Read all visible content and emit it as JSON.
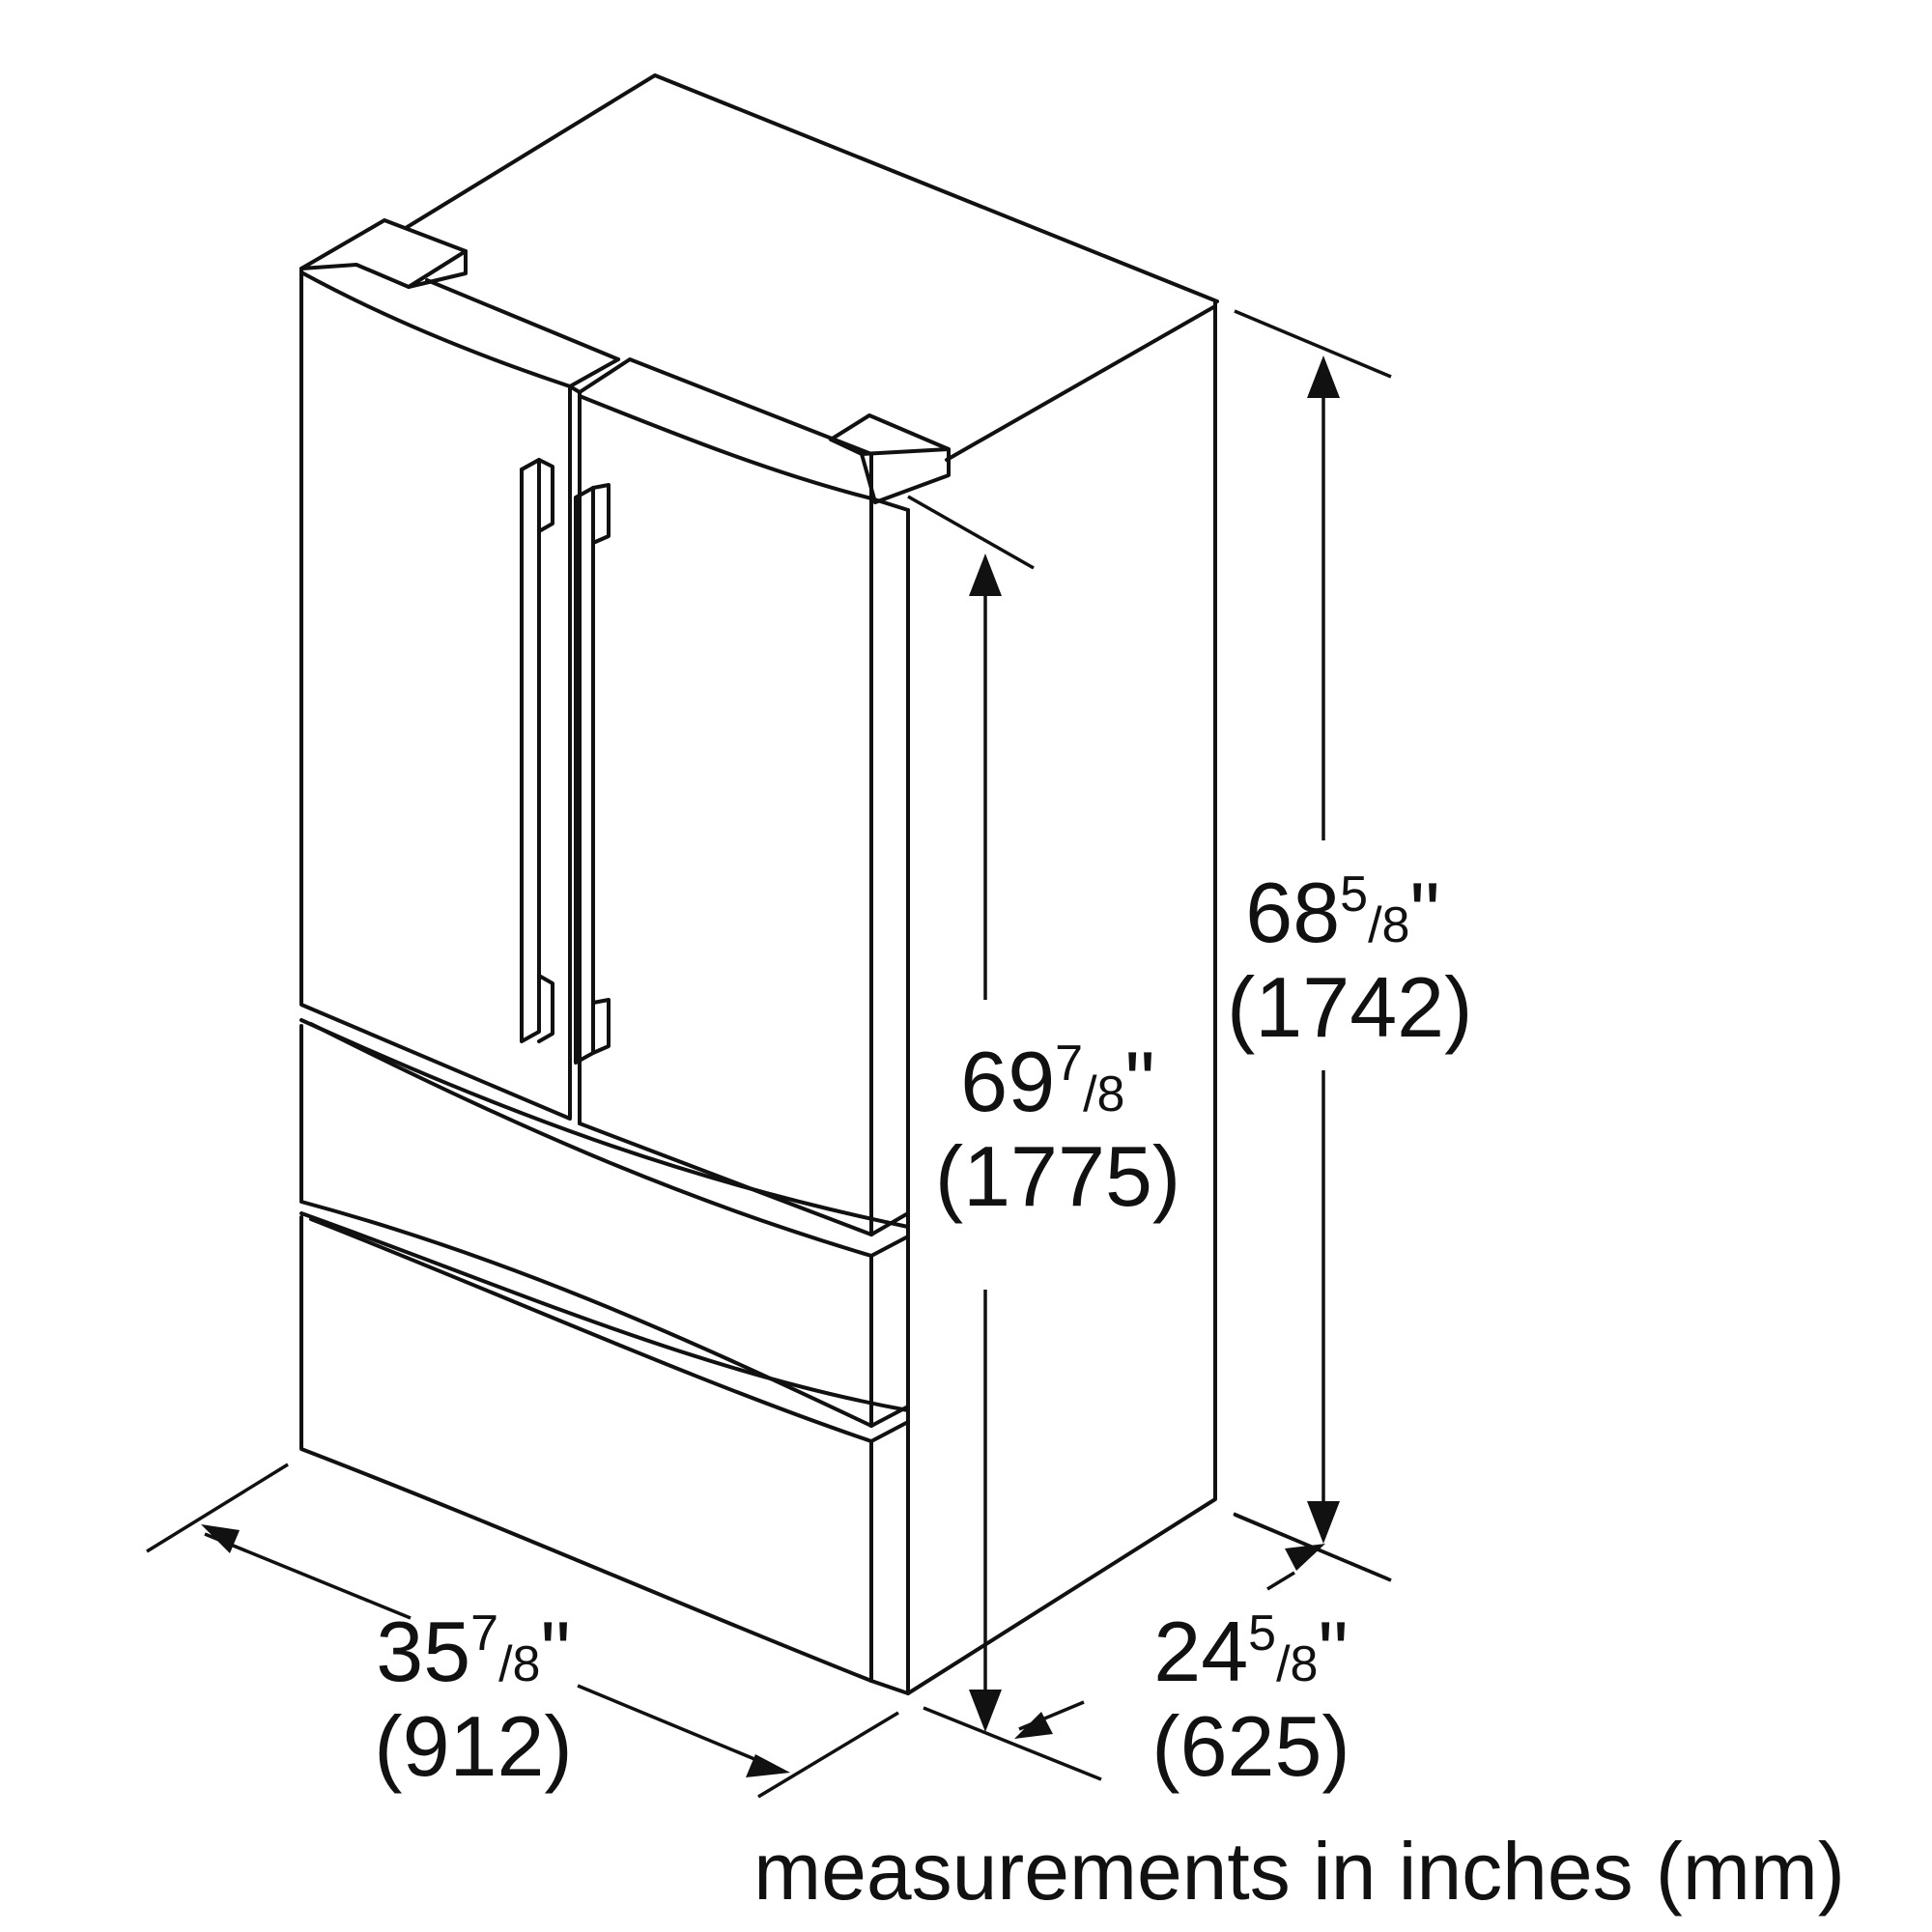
{
  "colors": {
    "line": "#111111",
    "background": "#ffffff"
  },
  "dimensions": {
    "height_cabinet": {
      "whole": "68",
      "num": "5",
      "den": "8",
      "inch": "\"",
      "mm": "(1742)"
    },
    "height_overall": {
      "whole": "69",
      "num": "7",
      "den": "8",
      "inch": "\"",
      "mm": "(1775)"
    },
    "width": {
      "whole": "35",
      "num": "7",
      "den": "8",
      "inch": "\"",
      "mm": "(912)"
    },
    "depth": {
      "whole": "24",
      "num": "5",
      "den": "8",
      "inch": "\"",
      "mm": "(625)"
    }
  },
  "caption": "measurements in inches (mm)"
}
